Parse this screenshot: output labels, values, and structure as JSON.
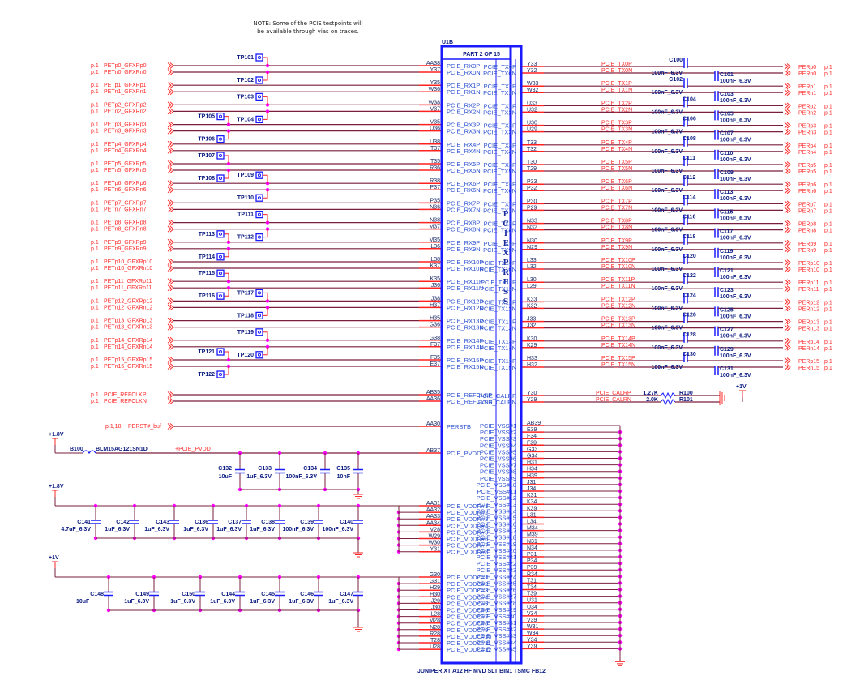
{
  "note": [
    "NOTE: Some of the PCIE testpoints will",
    "be available through vias on traces."
  ],
  "chip": {
    "ref": "U1B",
    "part": "PART 2 OF 15",
    "center_label": [
      "P",
      "C",
      "I",
      "E",
      "X",
      "P",
      "R",
      "E",
      "S",
      "S"
    ],
    "footer": "JUNIPER XT A12 HF MVD SLT BIN1 TSMC FB12"
  },
  "rx_lanes": [
    {
      "p_net": "PETp0_GFXRp0",
      "n_net": "PETn0_GFXRn0",
      "p_pin": "AA38",
      "n_pin": "Y37",
      "p_name": "PCIE_RX0P",
      "n_name": "PCIE_RX0N"
    },
    {
      "p_net": "PETp1_GFXRp1",
      "n_net": "PETn1_GFXRn1",
      "p_pin": "Y35",
      "n_pin": "W36",
      "p_name": "PCIE_RX1P",
      "n_name": "PCIE_RX1N"
    },
    {
      "p_net": "PETp2_GFXRp2",
      "n_net": "PETn2_GFXRn2",
      "p_pin": "W38",
      "n_pin": "V37",
      "p_name": "PCIE_RX2P",
      "n_name": "PCIE_RX2N"
    },
    {
      "p_net": "PETp3_GFXRp3",
      "n_net": "PETn3_GFXRn3",
      "p_pin": "V35",
      "n_pin": "U36",
      "p_name": "PCIE_RX3P",
      "n_name": "PCIE_RX3N"
    },
    {
      "p_net": "PETp4_GFXRp4",
      "n_net": "PETn4_GFXRn4",
      "p_pin": "U38",
      "n_pin": "T37",
      "p_name": "PCIE_RX4P",
      "n_name": "PCIE_RX4N"
    },
    {
      "p_net": "PETp5_GFXRp5",
      "n_net": "PETn5_GFXRn5",
      "p_pin": "T35",
      "n_pin": "R36",
      "p_name": "PCIE_RX5P",
      "n_name": "PCIE_RX5N"
    },
    {
      "p_net": "PETp6_GFXRp6",
      "n_net": "PETn6_GFXRn6",
      "p_pin": "R38",
      "n_pin": "P37",
      "p_name": "PCIE_RX6P",
      "n_name": "PCIE_RX6N"
    },
    {
      "p_net": "PETp7_GFXRp7",
      "n_net": "PETn7_GFXRn7",
      "p_pin": "P35",
      "n_pin": "N36",
      "p_name": "PCIE_RX7P",
      "n_name": "PCIE_RX7N"
    },
    {
      "p_net": "PETp8_GFXRp8",
      "n_net": "PETn8_GFXRn8",
      "p_pin": "N38",
      "n_pin": "M37",
      "p_name": "PCIE_RX8P",
      "n_name": "PCIE_RX8N"
    },
    {
      "p_net": "PETp9_GFXRp9",
      "n_net": "PETn9_GFXRn9",
      "p_pin": "M35",
      "n_pin": "L36",
      "p_name": "PCIE_RX9P",
      "n_name": "PCIE_RX9N"
    },
    {
      "p_net": "PETp10_GFXRp10",
      "n_net": "PETn10_GFXRn10",
      "p_pin": "L38",
      "n_pin": "K37",
      "p_name": "PCIE_RX10P",
      "n_name": "PCIE_RX10N"
    },
    {
      "p_net": "PETp11_GFXRp11",
      "n_net": "PETn11_GFXRn11",
      "p_pin": "K35",
      "n_pin": "J36",
      "p_name": "PCIE_RX11P",
      "n_name": "PCIE_RX11N"
    },
    {
      "p_net": "PETp12_GFXRp12",
      "n_net": "PETn12_GFXRn12",
      "p_pin": "J38",
      "n_pin": "H37",
      "p_name": "PCIE_RX12P",
      "n_name": "PCIE_RX12N"
    },
    {
      "p_net": "PETp13_GFXRp13",
      "n_net": "PETn13_GFXRn13",
      "p_pin": "H35",
      "n_pin": "G36",
      "p_name": "PCIE_RX13P",
      "n_name": "PCIE_RX13N"
    },
    {
      "p_net": "PETp14_GFXRp14",
      "n_net": "PETn14_GFXRn14",
      "p_pin": "G38",
      "n_pin": "F37",
      "p_name": "PCIE_RX14P",
      "n_name": "PCIE_RX14N"
    },
    {
      "p_net": "PETp15_GFXRp15",
      "n_net": "PETn15_GFXRn15",
      "p_pin": "F35",
      "n_pin": "E37",
      "p_name": "PCIE_RX15P",
      "n_name": "PCIE_RX15N"
    }
  ],
  "page_ref": "p.1",
  "testpoints": [
    {
      "ref": "TP101",
      "lane": 0,
      "side": "p",
      "col": "right"
    },
    {
      "ref": "TP102",
      "lane": 0,
      "side": "n",
      "col": "right"
    },
    {
      "ref": "TP103",
      "lane": 2,
      "side": "p",
      "col": "right"
    },
    {
      "ref": "TP104",
      "lane": 2,
      "side": "n",
      "col": "right"
    },
    {
      "ref": "TP105",
      "lane": 3,
      "side": "p",
      "col": "left"
    },
    {
      "ref": "TP106",
      "lane": 3,
      "side": "n",
      "col": "left"
    },
    {
      "ref": "TP107",
      "lane": 5,
      "side": "p",
      "col": "left"
    },
    {
      "ref": "TP108",
      "lane": 5,
      "side": "n",
      "col": "left"
    },
    {
      "ref": "TP109",
      "lane": 6,
      "side": "p",
      "col": "right"
    },
    {
      "ref": "TP110",
      "lane": 6,
      "side": "n",
      "col": "right"
    },
    {
      "ref": "TP111",
      "lane": 8,
      "side": "p",
      "col": "right"
    },
    {
      "ref": "TP112",
      "lane": 8,
      "side": "n",
      "col": "right"
    },
    {
      "ref": "TP113",
      "lane": 9,
      "side": "p",
      "col": "left"
    },
    {
      "ref": "TP114",
      "lane": 9,
      "side": "n",
      "col": "left"
    },
    {
      "ref": "TP115",
      "lane": 11,
      "side": "p",
      "col": "left"
    },
    {
      "ref": "TP116",
      "lane": 11,
      "side": "n",
      "col": "left"
    },
    {
      "ref": "TP117",
      "lane": 12,
      "side": "p",
      "col": "right"
    },
    {
      "ref": "TP118",
      "lane": 12,
      "side": "n",
      "col": "right"
    },
    {
      "ref": "TP119",
      "lane": 14,
      "side": "p",
      "col": "right"
    },
    {
      "ref": "TP120",
      "lane": 14,
      "side": "n",
      "col": "right"
    },
    {
      "ref": "TP121",
      "lane": 15,
      "side": "p",
      "col": "left"
    },
    {
      "ref": "TP122",
      "lane": 15,
      "side": "n",
      "col": "left"
    }
  ],
  "refclk": {
    "p_net": "PCIE_REFCLKP",
    "n_net": "PCIE_REFCLKN",
    "p_pin": "AB35",
    "n_pin": "AA36",
    "p_name": "PCIE_REFCLKP",
    "n_name": "PCIE_REFCLKN"
  },
  "perst": {
    "ref": "p.1,18",
    "net": "PERST#_buf",
    "pin": "AA30",
    "name": "PERSTB"
  },
  "pvdd": {
    "rail": "+1.8V",
    "bead_ref": "B100",
    "bead_part": "BLM15AG121SN1D",
    "net": "+PCIE_PVDD",
    "pin": "AB37",
    "name": "PCIE_PVDD",
    "caps": [
      {
        "ref": "C132",
        "val": "10uF"
      },
      {
        "ref": "C133",
        "val": "1uF_6.3V"
      },
      {
        "ref": "C134",
        "val": "100nF_6.3V"
      },
      {
        "ref": "C135",
        "val": "10nF"
      }
    ]
  },
  "vddr": {
    "rail": "+1.8V",
    "pins": [
      "AA31",
      "AA32",
      "AA33",
      "AA34",
      "V28",
      "W29",
      "W30",
      "Y31"
    ],
    "names": [
      "PCIE_VDDR#1",
      "PCIE_VDDR#2",
      "PCIE_VDDR#3",
      "PCIE_VDDR#4",
      "PCIE_VDDR#5",
      "PCIE_VDDR#6",
      "PCIE_VDDR#7",
      "PCIE_VDDR#8"
    ],
    "caps": [
      {
        "ref": "C141",
        "val": "4.7uF_6.3V"
      },
      {
        "ref": "C142",
        "val": "1uF_6.3V"
      },
      {
        "ref": "C143",
        "val": "1uF_6.3V"
      },
      {
        "ref": "C136",
        "val": "1uF_6.3V"
      },
      {
        "ref": "C137",
        "val": "1uF_6.3V"
      },
      {
        "ref": "C138",
        "val": "1uF_6.3V"
      },
      {
        "ref": "C139",
        "val": "100nF_6.3V"
      },
      {
        "ref": "C140",
        "val": "100nF_6.3V"
      }
    ]
  },
  "vddc": {
    "rail": "+1V",
    "pins": [
      "G30",
      "G31",
      "H29",
      "H30",
      "J29",
      "J30",
      "L28",
      "M28",
      "N28",
      "R28",
      "T28",
      "U28"
    ],
    "names": [
      "PCIE_VDDC#1",
      "PCIE_VDDC#2",
      "PCIE_VDDC#3",
      "PCIE_VDDC#4",
      "PCIE_VDDC#5",
      "PCIE_VDDC#6",
      "PCIE_VDDC#7",
      "PCIE_VDDC#8",
      "PCIE_VDDC#9",
      "PCIE_VDDC#10",
      "PCIE_VDDC#11",
      "PCIE_VDDC#12"
    ],
    "caps": [
      {
        "ref": "C148",
        "val": "10uF"
      },
      {
        "ref": "C149",
        "val": "1uF_6.3V"
      },
      {
        "ref": "C150",
        "val": "1uF_6.3V"
      },
      {
        "ref": "C144",
        "val": "1uF_6.3V"
      },
      {
        "ref": "C145",
        "val": "1uF_6.3V"
      },
      {
        "ref": "C146",
        "val": "1uF_6.3V"
      },
      {
        "ref": "C147",
        "val": "1uF_6.3V"
      }
    ]
  },
  "tx_lanes": [
    {
      "p_pin": "Y33",
      "n_pin": "Y32",
      "p_name": "PCIE_TX0P",
      "n_name": "PCIE_TX0N",
      "p_net": "PCIE_TX0P",
      "n_net": "PCIE_TX0N",
      "cp": "C100",
      "cn": "C101",
      "cap_val": "100nF_6.3V",
      "p_out": "PERp0",
      "n_out": "PERn0"
    },
    {
      "p_pin": "W33",
      "n_pin": "W32",
      "p_name": "PCIE_TX1P",
      "n_name": "PCIE_TX1N",
      "p_net": "PCIE_TX1P",
      "n_net": "PCIE_TX1N",
      "cp": "C102",
      "cn": "C103",
      "cap_val": "100nF_6.3V",
      "p_out": "PERp1",
      "n_out": "PERn1"
    },
    {
      "p_pin": "U33",
      "n_pin": "U32",
      "p_name": "PCIE_TX2P",
      "n_name": "PCIE_TX2N",
      "p_net": "PCIE_TX2P",
      "n_net": "PCIE_TX2N",
      "cp": "C104",
      "cn": "C105",
      "cap_val": "100nF_6.3V",
      "p_out": "PERp2",
      "n_out": "PERn2"
    },
    {
      "p_pin": "U30",
      "n_pin": "U29",
      "p_name": "PCIE_TX3P",
      "n_name": "PCIE_TX3N",
      "p_net": "PCIE_TX3P",
      "n_net": "PCIE_TX3N",
      "cp": "C106",
      "cn": "C107",
      "cap_val": "100nF_6.3V",
      "p_out": "PERp3",
      "n_out": "PERn3"
    },
    {
      "p_pin": "T33",
      "n_pin": "T32",
      "p_name": "PCIE_TX4P",
      "n_name": "PCIE_TX4N",
      "p_net": "PCIE_TX4P",
      "n_net": "PCIE_TX4N",
      "cp": "C108",
      "cn": "C110",
      "cap_val": "100nF_6.3V",
      "p_out": "PERp4",
      "n_out": "PERn4"
    },
    {
      "p_pin": "T30",
      "n_pin": "T29",
      "p_name": "PCIE_TX5P",
      "n_name": "PCIE_TX5N",
      "p_net": "PCIE_TX5P",
      "n_net": "PCIE_TX5N",
      "cp": "C111",
      "cn": "C109",
      "cap_val": "100nF_6.3V",
      "p_out": "PERp5",
      "n_out": "PERn5"
    },
    {
      "p_pin": "P33",
      "n_pin": "P32",
      "p_name": "PCIE_TX6P",
      "n_name": "PCIE_TX6N",
      "p_net": "PCIE_TX6P",
      "n_net": "PCIE_TX6N",
      "cp": "C112",
      "cn": "C113",
      "cap_val": "100nF_6.3V",
      "p_out": "PERp6",
      "n_out": "PERn6"
    },
    {
      "p_pin": "P30",
      "n_pin": "P29",
      "p_name": "PCIE_TX7P",
      "n_name": "PCIE_TX7N",
      "p_net": "PCIE_TX7P",
      "n_net": "PCIE_TX7N",
      "cp": "C114",
      "cn": "C115",
      "cap_val": "100nF_6.3V",
      "p_out": "PERp7",
      "n_out": "PERn7"
    },
    {
      "p_pin": "N33",
      "n_pin": "N32",
      "p_name": "PCIE_TX8P",
      "n_name": "PCIE_TX8N",
      "p_net": "PCIE_TX8P",
      "n_net": "PCIE_TX8N",
      "cp": "C116",
      "cn": "C117",
      "cap_val": "100nF_6.3V",
      "p_out": "PERp8",
      "n_out": "PERn8"
    },
    {
      "p_pin": "N30",
      "n_pin": "N29",
      "p_name": "PCIE_TX9P",
      "n_name": "PCIE_TX9N",
      "p_net": "PCIE_TX9P",
      "n_net": "PCIE_TX9N",
      "cp": "C118",
      "cn": "C119",
      "cap_val": "100nF_6.3V",
      "p_out": "PERp9",
      "n_out": "PERn9"
    },
    {
      "p_pin": "L33",
      "n_pin": "L32",
      "p_name": "PCIE_TX10P",
      "n_name": "PCIE_TX10N",
      "p_net": "PCIE_TX10P",
      "n_net": "PCIE_TX10N",
      "cp": "C120",
      "cn": "C121",
      "cap_val": "100nF_6.3V",
      "p_out": "PERp10",
      "n_out": "PERn10"
    },
    {
      "p_pin": "L30",
      "n_pin": "L29",
      "p_name": "PCIE_TX11P",
      "n_name": "PCIE_TX11N",
      "p_net": "PCIE_TX11P",
      "n_net": "PCIE_TX11N",
      "cp": "C122",
      "cn": "C123",
      "cap_val": "100nF_6.3V",
      "p_out": "PERp11",
      "n_out": "PERn11"
    },
    {
      "p_pin": "K33",
      "n_pin": "K32",
      "p_name": "PCIE_TX12P",
      "n_name": "PCIE_TX12N",
      "p_net": "PCIE_TX12P",
      "n_net": "PCIE_TX12N",
      "cp": "C124",
      "cn": "C125",
      "cap_val": "100nF_6.3V",
      "p_out": "PERp12",
      "n_out": "PERn12"
    },
    {
      "p_pin": "J33",
      "n_pin": "J32",
      "p_name": "PCIE_TX13P",
      "n_name": "PCIE_TX13N",
      "p_net": "PCIE_TX13P",
      "n_net": "PCIE_TX13N",
      "cp": "C126",
      "cn": "C127",
      "cap_val": "100nF_6.3V",
      "p_out": "PERp13",
      "n_out": "PERn13"
    },
    {
      "p_pin": "K30",
      "n_pin": "K29",
      "p_name": "PCIE_TX14P",
      "n_name": "PCIE_TX14N",
      "p_net": "PCIE_TX14P",
      "n_net": "PCIE_TX14N",
      "cp": "C128",
      "cn": "C129",
      "cap_val": "100nF_6.3V",
      "p_out": "PERp14",
      "n_out": "PERn14"
    },
    {
      "p_pin": "H33",
      "n_pin": "H32",
      "p_name": "PCIE_TX15P",
      "n_name": "PCIE_TX15N",
      "p_net": "PCIE_TX15P",
      "n_net": "PCIE_TX15N",
      "cp": "C130",
      "cn": "C131",
      "cap_val": "100nF_6.3V",
      "p_out": "PERp15",
      "n_out": "PERn15"
    }
  ],
  "cal": {
    "p_pin": "Y30",
    "n_pin": "Y29",
    "p_name": "PCIE_CALRP",
    "n_name": "PCIE_CALRN",
    "p_net": "PCIE_CALRP",
    "n_net": "PCIE_CALRN",
    "rp_ref": "R100",
    "rp_val": "1.27K",
    "rn_ref": "R101",
    "rn_val": "2.0K",
    "rail": "+1V"
  },
  "vss": {
    "names": [
      "PCIE_VSS#1",
      "PCIE_VSS#2",
      "PCIE_VSS#3",
      "PCIE_VSS#4",
      "PCIE_VSS#5",
      "PCIE_VSS#6",
      "PCIE_VSS#7",
      "PCIE_VSS#8",
      "PCIE_VSS#9",
      "PCIE_VSS#10",
      "PCIE_VSS#11",
      "PCIE_VSS#12",
      "PCIE_VSS#13",
      "PCIE_VSS#14",
      "PCIE_VSS#15",
      "PCIE_VSS#16",
      "PCIE_VSS#17",
      "PCIE_VSS#18",
      "PCIE_VSS#19",
      "PCIE_VSS#20",
      "PCIE_VSS#21",
      "PCIE_VSS#22",
      "PCIE_VSS#23",
      "PCIE_VSS#24",
      "PCIE_VSS#25",
      "PCIE_VSS#26",
      "PCIE_VSS#27",
      "PCIE_VSS#28",
      "PCIE_VSS#29",
      "PCIE_VSS#30",
      "PCIE_VSS#31",
      "PCIE_VSS#32",
      "PCIE_VSS#33",
      "PCIE_VSS#34",
      "PCIE_VSS#35"
    ],
    "pins": [
      "AB39",
      "E39",
      "F34",
      "F39",
      "G33",
      "G34",
      "H31",
      "H34",
      "H39",
      "J31",
      "J34",
      "K31",
      "K34",
      "K39",
      "L31",
      "L34",
      "M34",
      "M39",
      "N31",
      "N34",
      "P31",
      "P34",
      "P39",
      "R34",
      "T31",
      "T34",
      "T39",
      "U31",
      "U34",
      "V34",
      "V39",
      "W31",
      "W34",
      "Y34",
      "Y39"
    ]
  },
  "colors": {
    "wire": "#7a1f3d",
    "pin": "#ff2020",
    "chip": "#1a1aff",
    "net": "#ff2a2a",
    "junction": "#ff00ff",
    "label": "#2a4fd0"
  }
}
